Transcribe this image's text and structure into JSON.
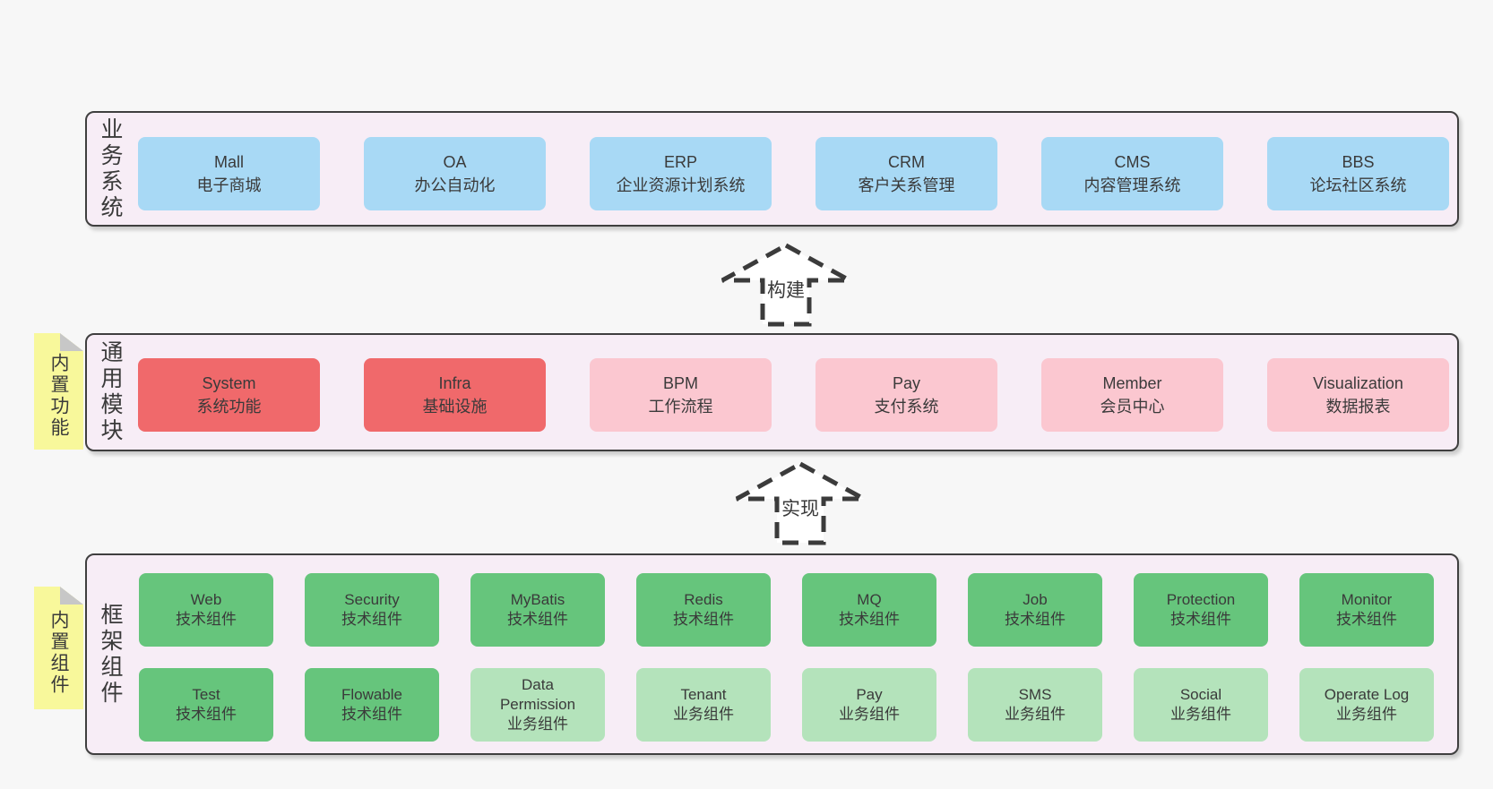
{
  "colors": {
    "page-bg": "#f7f7f7",
    "panel-bg": "#f7edf6",
    "panel-border": "#3f3f3f",
    "text": "#3a3a3a",
    "box-blue": "#a8d9f5",
    "box-red": "#f0696b",
    "box-pink": "#fbc7d0",
    "box-green": "#66c57c",
    "box-green-light": "#b4e3bb",
    "sticky-yellow": "#f8f89b",
    "sticky-fold": "#c7c7c7",
    "arrow": "#3b3b3b"
  },
  "business": {
    "label": "业务系统",
    "boxes": [
      {
        "title": "Mall",
        "subtitle": "电子商城"
      },
      {
        "title": "OA",
        "subtitle": "办公自动化"
      },
      {
        "title": "ERP",
        "subtitle": "企业资源计划系统"
      },
      {
        "title": "CRM",
        "subtitle": "客户关系管理"
      },
      {
        "title": "CMS",
        "subtitle": "内容管理系统"
      },
      {
        "title": "BBS",
        "subtitle": "论坛社区系统"
      }
    ]
  },
  "arrows": {
    "build": "构建",
    "implement": "实现"
  },
  "modules": {
    "label": "通用模块",
    "sticky": "内置功能",
    "boxes": [
      {
        "title": "System",
        "subtitle": "系统功能",
        "type": "core"
      },
      {
        "title": "Infra",
        "subtitle": "基础设施",
        "type": "core"
      },
      {
        "title": "BPM",
        "subtitle": "工作流程",
        "type": "optional"
      },
      {
        "title": "Pay",
        "subtitle": "支付系统",
        "type": "optional"
      },
      {
        "title": "Member",
        "subtitle": "会员中心",
        "type": "optional"
      },
      {
        "title": "Visualization",
        "subtitle": "数据报表",
        "type": "optional"
      }
    ]
  },
  "components": {
    "label": "框架组件",
    "sticky": "内置组件",
    "row1": [
      {
        "title": "Web",
        "subtitle": "技术组件",
        "type": "tech"
      },
      {
        "title": "Security",
        "subtitle": "技术组件",
        "type": "tech"
      },
      {
        "title": "MyBatis",
        "subtitle": "技术组件",
        "type": "tech"
      },
      {
        "title": "Redis",
        "subtitle": "技术组件",
        "type": "tech"
      },
      {
        "title": "MQ",
        "subtitle": "技术组件",
        "type": "tech"
      },
      {
        "title": "Job",
        "subtitle": "技术组件",
        "type": "tech"
      },
      {
        "title": "Protection",
        "subtitle": "技术组件",
        "type": "tech"
      },
      {
        "title": "Monitor",
        "subtitle": "技术组件",
        "type": "tech"
      }
    ],
    "row2": [
      {
        "title": "Test",
        "subtitle": "技术组件",
        "type": "tech"
      },
      {
        "title": "Flowable",
        "subtitle": "技术组件",
        "type": "tech"
      },
      {
        "title": "Data Permission",
        "subtitle": "业务组件",
        "type": "biz"
      },
      {
        "title": "Tenant",
        "subtitle": "业务组件",
        "type": "biz"
      },
      {
        "title": "Pay",
        "subtitle": "业务组件",
        "type": "biz"
      },
      {
        "title": "SMS",
        "subtitle": "业务组件",
        "type": "biz"
      },
      {
        "title": "Social",
        "subtitle": "业务组件",
        "type": "biz"
      },
      {
        "title": "Operate Log",
        "subtitle": "业务组件",
        "type": "biz"
      }
    ]
  }
}
